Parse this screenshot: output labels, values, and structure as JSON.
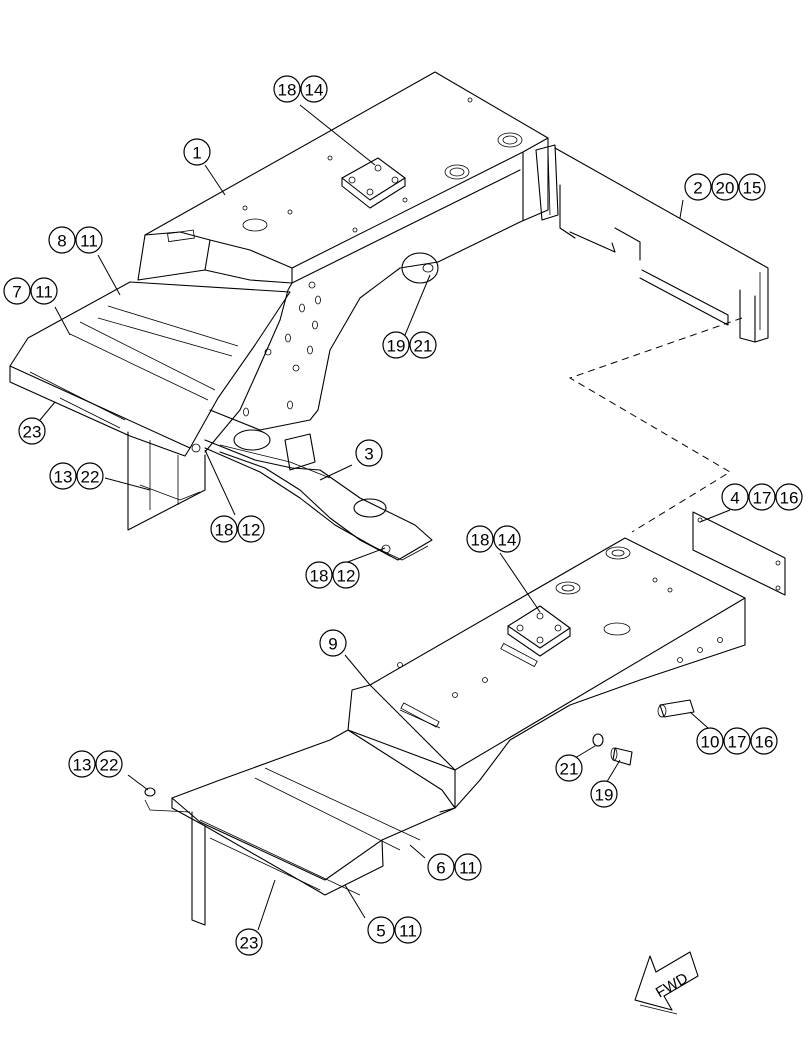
{
  "callouts": [
    {
      "id": "c-18-14-top",
      "numbers": [
        "18",
        "14"
      ]
    },
    {
      "id": "c-1",
      "numbers": [
        "1"
      ]
    },
    {
      "id": "c-2-20-15",
      "numbers": [
        "2",
        "20",
        "15"
      ]
    },
    {
      "id": "c-8-11",
      "numbers": [
        "8",
        "11"
      ]
    },
    {
      "id": "c-7-11",
      "numbers": [
        "7",
        "11"
      ]
    },
    {
      "id": "c-19-21-top",
      "numbers": [
        "19",
        "21"
      ]
    },
    {
      "id": "c-23-top",
      "numbers": [
        "23"
      ]
    },
    {
      "id": "c-3",
      "numbers": [
        "3"
      ]
    },
    {
      "id": "c-13-22-top",
      "numbers": [
        "13",
        "22"
      ]
    },
    {
      "id": "c-18-12-a",
      "numbers": [
        "18",
        "12"
      ]
    },
    {
      "id": "c-18-12-b",
      "numbers": [
        "18",
        "12"
      ]
    },
    {
      "id": "c-4-17-16",
      "numbers": [
        "4",
        "17",
        "16"
      ]
    },
    {
      "id": "c-18-14-bottom",
      "numbers": [
        "18",
        "14"
      ]
    },
    {
      "id": "c-9",
      "numbers": [
        "9"
      ]
    },
    {
      "id": "c-10-17-16",
      "numbers": [
        "10",
        "17",
        "16"
      ]
    },
    {
      "id": "c-13-22-bottom",
      "numbers": [
        "13",
        "22"
      ]
    },
    {
      "id": "c-21-bottom",
      "numbers": [
        "21"
      ]
    },
    {
      "id": "c-19-bottom",
      "numbers": [
        "19"
      ]
    },
    {
      "id": "c-6-11",
      "numbers": [
        "6",
        "11"
      ]
    },
    {
      "id": "c-5-11",
      "numbers": [
        "5",
        "11"
      ]
    },
    {
      "id": "c-23-bottom",
      "numbers": [
        "23"
      ]
    }
  ],
  "direction_arrow": {
    "label": "FWD"
  }
}
